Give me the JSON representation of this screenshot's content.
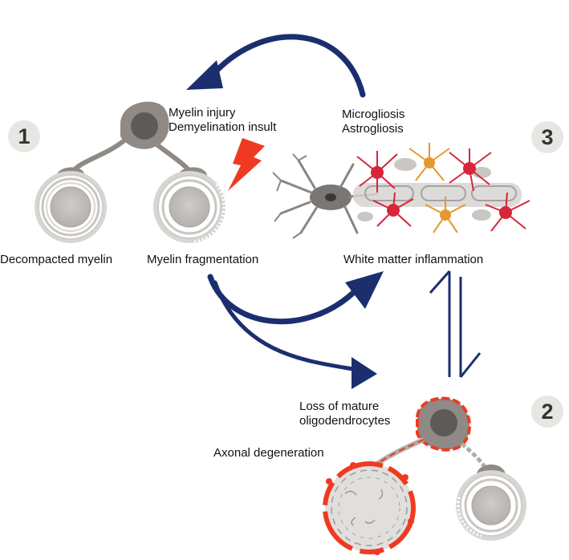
{
  "stages": {
    "stage1": {
      "number": "1",
      "insult_lines": [
        "Myelin injury",
        "Demyelination insult"
      ],
      "decompacted_label": "Decompacted myelin",
      "fragmentation_label": "Myelin fragmentation"
    },
    "stage2": {
      "number": "2",
      "loss_lines": [
        "Loss of mature",
        "oligodendrocytes"
      ],
      "axonal_label": "Axonal degeneration"
    },
    "stage3": {
      "number": "3",
      "gliosis_lines": [
        "Microgliosis",
        "Astrogliosis"
      ],
      "inflammation_label": "White matter inflammation"
    }
  },
  "colors": {
    "arrow_blue": "#1b2f6e",
    "cell_grey": "#8f8a86",
    "nucleus": "#5e5a58",
    "myelin_ring": "#d5d3d0",
    "axon_core": "#c3c0bd",
    "injury_red": "#ef3a22",
    "astrocyte_red": "#d8253a",
    "astrocyte_orange": "#e29a2f",
    "badge_bg": "#e6e6e3"
  },
  "icons": [
    "lightning-bolt-icon",
    "curved-arrow-icon",
    "equilibrium-arrows-icon"
  ]
}
